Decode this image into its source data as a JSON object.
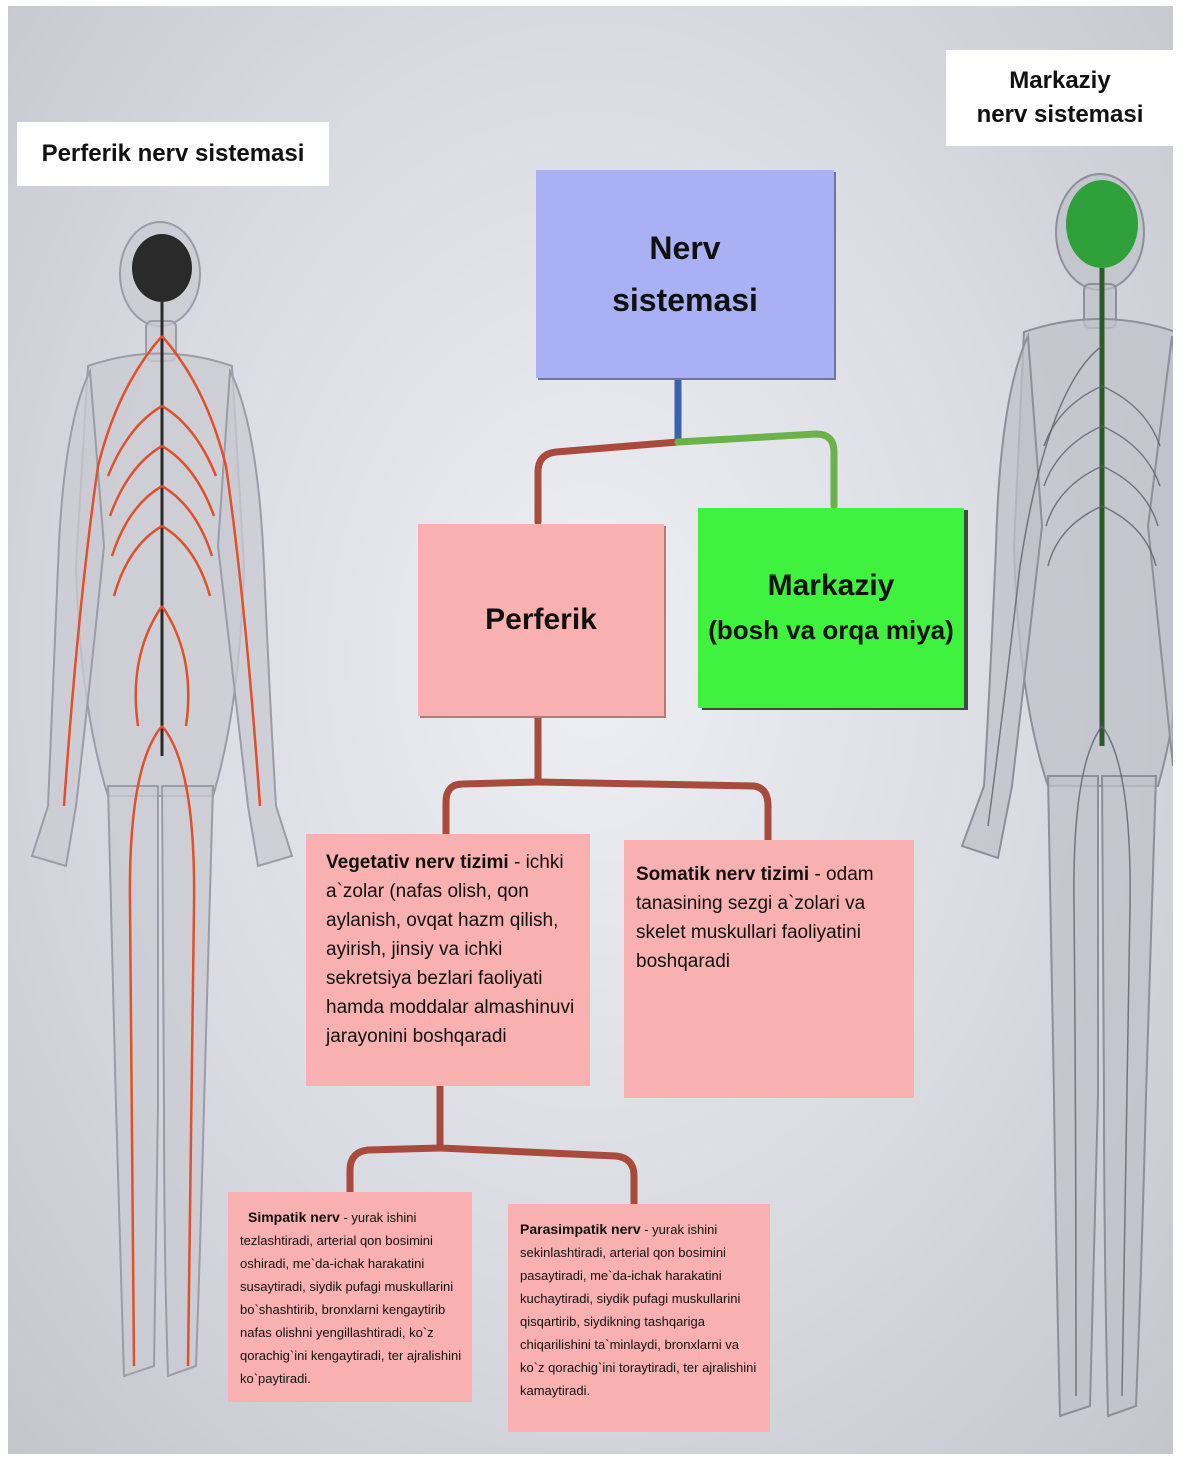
{
  "colors": {
    "root": "#aab0f4",
    "perferik": "#f8b0b0",
    "markaziy": "#3ef23e",
    "leaf": "#f8b0b0",
    "connector_red": "#a84a3c",
    "connector_blue": "#3a63a8",
    "connector_green": "#6ab24a",
    "peripheral_nerves": "#e0502a",
    "central_nerves": "#2a5a2a",
    "brain_central": "#2fa03a",
    "brain_peripheral": "#2a2a2a"
  },
  "labels": {
    "left_figure": "Perferik nerv sistemasi",
    "right_figure_line1": "Markaziy",
    "right_figure_line2": "nerv sistemasi"
  },
  "root": {
    "line1": "Nerv",
    "line2": "sistemasi"
  },
  "perferik": {
    "title": "Perferik"
  },
  "markaziy": {
    "title": "Markaziy",
    "subtitle": "(bosh va orqa miya)"
  },
  "vegetativ": {
    "title": "Vegetativ nerv tizimi",
    "text": " - ichki a`zolar (nafas olish, qon aylanish, ovqat hazm qilish, ayirish, jinsiy va ichki sekretsiya bezlari faoliyati hamda moddalar almashinuvi jarayonini boshqaradi"
  },
  "somatik": {
    "title": "Somatik nerv tizimi",
    "text": " - odam tanasining sezgi a`zolari va skelet muskullari faoliyatini boshqaradi"
  },
  "simpatik": {
    "title": "Simpatik nerv",
    "text": " - yurak ishini tezlashtiradi,  arterial qon bosimini oshiradi, me`da-ichak harakatini susaytiradi, siydik pufagi muskullarini bo`shashtirib, bronxlarni kengaytirib nafas olishni yengillashtiradi, ko`z qorachig`ini kengaytiradi, ter ajralishini ko`paytiradi."
  },
  "parasimpatik": {
    "title": "Parasimpatik nerv",
    "text": " - yurak ishini sekinlashtiradi, arterial qon bosimini pasaytiradi, me`da-ichak harakatini kuchaytiradi, siydik pufagi muskullarini qisqartirib, siydikning tashqariga chiqarilishini ta`minlaydi, bronxlarni va ko`z qorachig`ini toraytiradi, ter ajralishini kamaytiradi."
  }
}
